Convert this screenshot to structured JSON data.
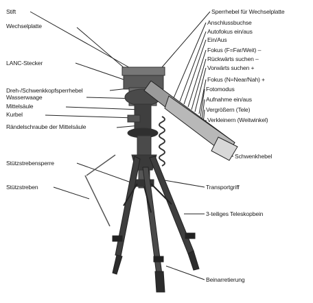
{
  "diagram": {
    "labels_left": {
      "stift": "Stift",
      "wechselplatte": "Wechselplatte",
      "lanc_stecker": "LANC-Stecker",
      "dreh_schwenkkopfsperrhebel": "Dreh-/Schwenkkopfsperrhebel",
      "wasserwaage": "Wasserwaage",
      "mittelsaeule": "Mittelsäule",
      "kurbel": "Kurbel",
      "raendelschraube": "Rändelschraube der Mittelsäule",
      "stuetzstrebensperre": "Stützstrebensperre",
      "stuetzstreben": "Stützstreben"
    },
    "labels_right": {
      "sperrhebel": "Sperrhebel für Wechselplatte",
      "anschlussbuchse": "Anschlussbuchse",
      "autofokus": "Autofokus ein/aus",
      "ein_aus": "Ein/Aus",
      "fokus_far": "Fokus (F=Far/Weit) –",
      "rueckwaerts": "Rückwärts suchen –",
      "vorwaerts": "Vorwärts suchen +",
      "fokus_near": "Fokus (N=Near/Nah) +",
      "fotomodus": "Fotomodus",
      "aufnahme": "Aufnahme ein/aus",
      "vergroessern": "Vergrößern (Tele)",
      "verkleinern": "Verkleinern (Weitwinkel)",
      "schwenkhebel": "Schwenkhebel",
      "transportgriff": "Transportgriff",
      "teleskopbein": "3-teiliges Teleskopbein",
      "beinarretierung": "Beinarretierung"
    }
  }
}
